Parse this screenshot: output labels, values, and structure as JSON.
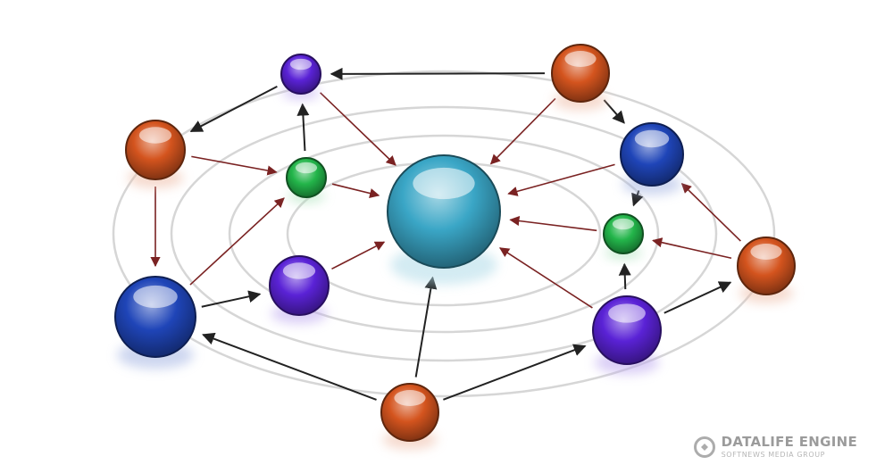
{
  "watermark": {
    "title": "DATALIFE ENGINE",
    "subtitle": "SOFTNEWS MEDIA GROUP",
    "icon": "datalife-logo-icon"
  },
  "diagram": {
    "colors": {
      "orange": "#d4541e",
      "blue": "#1f45b8",
      "purple": "#5a22d6",
      "green": "#23b54a",
      "center": "#3aa6c6",
      "arrow_dark": "#222222",
      "arrow_red": "#7a2222",
      "orbit": "#d6d6d6"
    },
    "nodes": [
      {
        "id": "center",
        "color": "center"
      },
      {
        "id": "purple-top",
        "color": "purple"
      },
      {
        "id": "orange-top-right",
        "color": "orange"
      },
      {
        "id": "orange-left",
        "color": "orange"
      },
      {
        "id": "green-left",
        "color": "green"
      },
      {
        "id": "blue-right",
        "color": "blue"
      },
      {
        "id": "green-right",
        "color": "green"
      },
      {
        "id": "orange-right",
        "color": "orange"
      },
      {
        "id": "blue-left",
        "color": "blue"
      },
      {
        "id": "purple-left",
        "color": "purple"
      },
      {
        "id": "purple-right",
        "color": "purple"
      },
      {
        "id": "orange-bottom",
        "color": "orange"
      }
    ],
    "edges": [
      {
        "from": "orange-top-right",
        "to": "purple-top",
        "style": "dark"
      },
      {
        "from": "purple-top",
        "to": "orange-left",
        "style": "dark"
      },
      {
        "from": "orange-top-right",
        "to": "blue-right",
        "style": "dark"
      },
      {
        "from": "orange-top-right",
        "to": "center",
        "style": "red"
      },
      {
        "from": "purple-top",
        "to": "center",
        "style": "red"
      },
      {
        "from": "green-left",
        "to": "purple-top",
        "style": "dark"
      },
      {
        "from": "orange-left",
        "to": "green-left",
        "style": "red"
      },
      {
        "from": "orange-left",
        "to": "blue-left",
        "style": "red"
      },
      {
        "from": "green-left",
        "to": "center",
        "style": "red"
      },
      {
        "from": "blue-left",
        "to": "green-left",
        "style": "red"
      },
      {
        "from": "blue-left",
        "to": "purple-left",
        "style": "dark"
      },
      {
        "from": "purple-left",
        "to": "center",
        "style": "red"
      },
      {
        "from": "blue-right",
        "to": "center",
        "style": "red"
      },
      {
        "from": "blue-right",
        "to": "green-right",
        "style": "dark"
      },
      {
        "from": "green-right",
        "to": "center",
        "style": "red"
      },
      {
        "from": "orange-right",
        "to": "blue-right",
        "style": "red"
      },
      {
        "from": "orange-right",
        "to": "green-right",
        "style": "red"
      },
      {
        "from": "purple-right",
        "to": "green-right",
        "style": "dark"
      },
      {
        "from": "purple-right",
        "to": "center",
        "style": "red"
      },
      {
        "from": "purple-right",
        "to": "orange-right",
        "style": "dark"
      },
      {
        "from": "orange-bottom",
        "to": "center",
        "style": "dark"
      },
      {
        "from": "orange-bottom",
        "to": "blue-left",
        "style": "dark"
      },
      {
        "from": "orange-bottom",
        "to": "purple-right",
        "style": "dark"
      }
    ]
  }
}
